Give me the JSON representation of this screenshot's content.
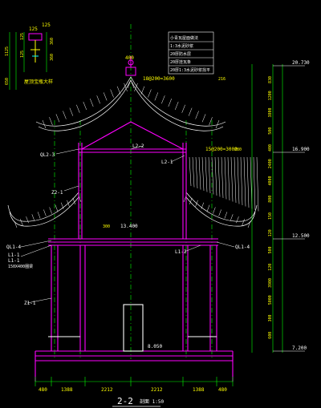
{
  "drawing": {
    "title": "2-2",
    "scale_label": "剖面 1:50",
    "detail_label": "屋顶宝瓶大样",
    "legend_box": {
      "header": "小青瓦屋面做法",
      "rows": [
        "1:3水泥砂浆",
        "20厚防水层",
        "20厚挂瓦条",
        "20厚1:3水泥砂浆找平"
      ]
    },
    "detail_dims": {
      "top_left": "125",
      "top_mid": "125",
      "left_a": "125",
      "left_b": "125",
      "right_a": "360",
      "right_b": "360",
      "side_a": "1125",
      "side_b": "650"
    },
    "top_dim": "400",
    "rafter_spec_upper": "18@200=3600",
    "rafter_spec_upper_right": "216",
    "rafter_spec_lower": "15@200=3000",
    "rafter_spec_lower_right": "280",
    "beam_labels": {
      "ql2_3": "QL2-3",
      "l2_2": "L2-2",
      "l2_1": "L2-1",
      "z2_1": "Z2-1",
      "ql1_4_left": "QL1-4",
      "ql1_4_right": "QL1-4",
      "l1_1a": "L1-1",
      "l1_1b": "L1-1",
      "l1_2": "L1-2",
      "beam_size": "150X400圈梁",
      "z1_1": "Z1-1",
      "mid_dim": "300",
      "mid_level": "13.400"
    },
    "floor_level": "8.050",
    "elevations": [
      "20.730",
      "16.900",
      "12.500",
      "7.200"
    ],
    "right_dims": [
      "830",
      "1200",
      "3800",
      "500",
      "400",
      "2400",
      "4000",
      "800",
      "150",
      "120",
      "500",
      "120",
      "3900",
      "5000",
      "300",
      "600"
    ],
    "bottom_dims": [
      "480",
      "1388",
      "2212",
      "2212",
      "1388",
      "480"
    ],
    "colors": {
      "background": "#000000",
      "structure": "#ff00ff",
      "roof": "#ffffff",
      "axis": "#00ff00",
      "text": "#ffffff",
      "dim_text": "#ffff00",
      "accent": "#00ffff",
      "red": "#ff0000"
    }
  }
}
